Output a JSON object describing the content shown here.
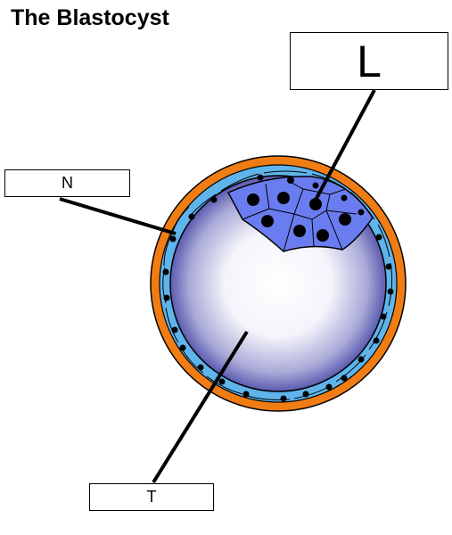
{
  "title": "The Blastocyst",
  "labels": {
    "top": "L",
    "left": "N",
    "bottom": "T"
  },
  "colors": {
    "zona": "#f07d14",
    "trophoblast": "#5fb4ec",
    "inner_cell_mass": "#6a7df0",
    "cavity_outer": "#2e2e9a",
    "cavity_inner": "#ffffff",
    "nucleus": "#000000"
  }
}
